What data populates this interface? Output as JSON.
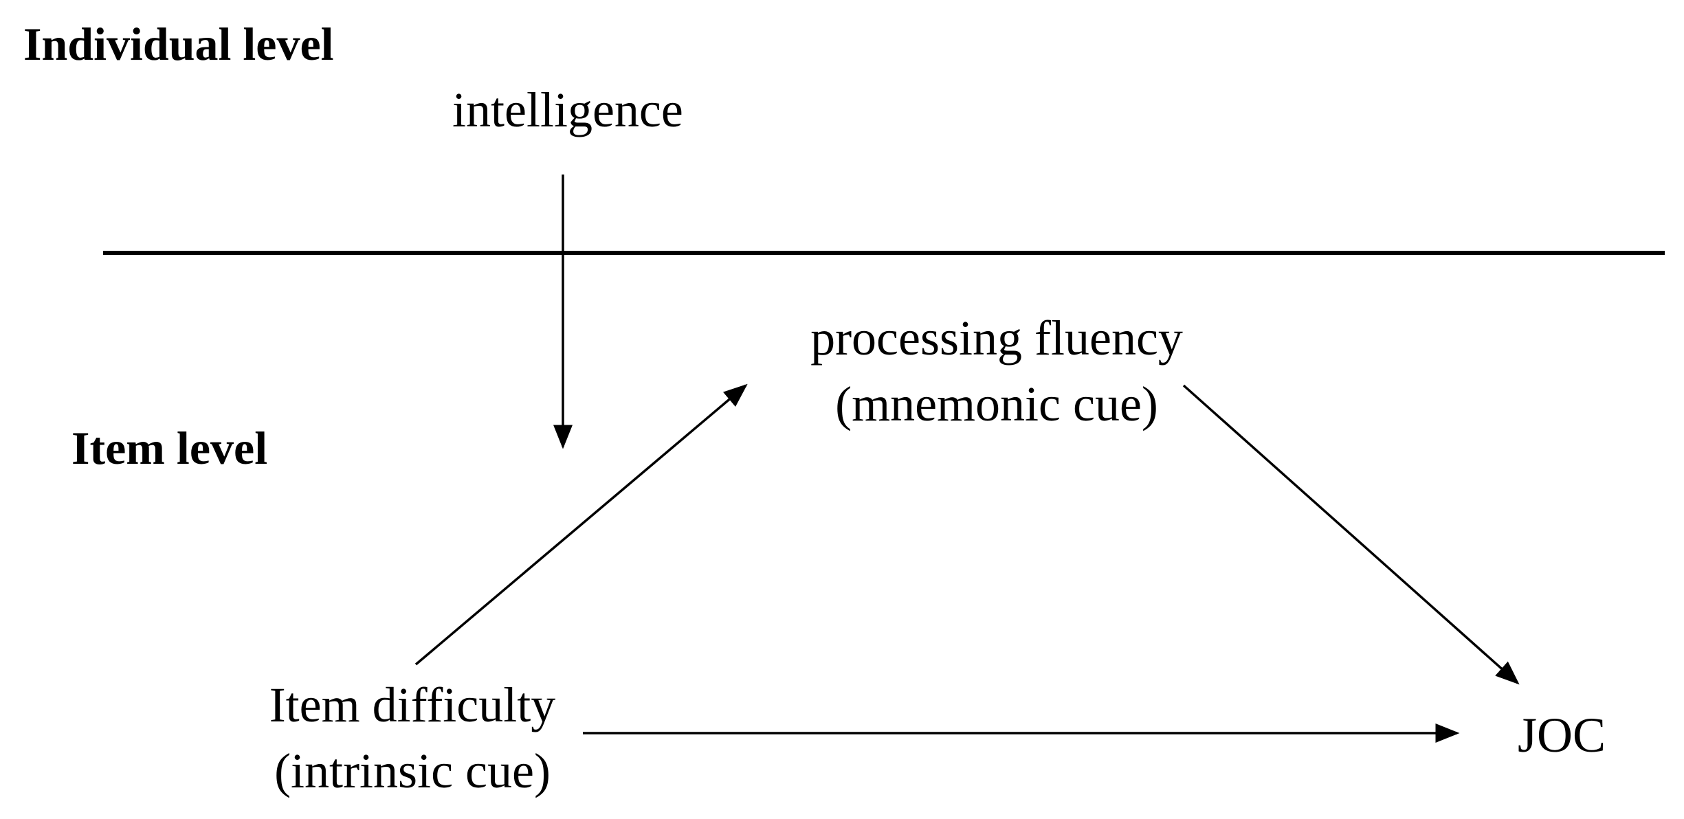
{
  "levels": {
    "individual": "Individual level",
    "item": "Item level"
  },
  "nodes": {
    "intelligence": "intelligence",
    "processing_fluency": {
      "line1": "processing fluency",
      "line2": "(mnemonic cue)"
    },
    "item_difficulty": {
      "line1": "Item difficulty",
      "line2": "(intrinsic cue)"
    },
    "joc": "JOC"
  }
}
